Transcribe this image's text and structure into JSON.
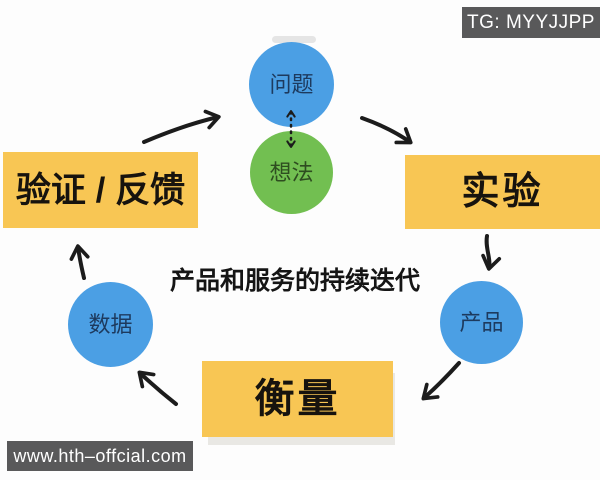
{
  "title": "产品和服务的持续迭代",
  "watermarks": {
    "telegram": "TG: MYYJJPP",
    "website": "www.hth–offcial.com"
  },
  "nodes": {
    "problem": {
      "label": "问题",
      "color": "#4b9fe4"
    },
    "idea": {
      "label": "想法",
      "color": "#72bf51"
    },
    "data": {
      "label": "数据",
      "color": "#4b9fe4"
    },
    "product": {
      "label": "产品",
      "color": "#4b9fe4"
    }
  },
  "stages": {
    "validate": {
      "label": "验证 / 反馈",
      "color": "#f8c654"
    },
    "experiment": {
      "label": "实验",
      "color": "#f8c654"
    },
    "measure": {
      "label": "衡量",
      "color": "#f8c654"
    }
  },
  "arrows": [
    {
      "from": "验证 / 反馈",
      "to": "问题",
      "style": "solid"
    },
    {
      "from": "问题/想法",
      "to": "实验",
      "style": "solid"
    },
    {
      "from": "实验",
      "to": "产品",
      "style": "solid"
    },
    {
      "from": "产品",
      "to": "衡量",
      "style": "solid"
    },
    {
      "from": "衡量",
      "to": "数据",
      "style": "solid"
    },
    {
      "from": "数据",
      "to": "验证 / 反馈",
      "style": "solid"
    },
    {
      "from": "问题",
      "to": "想法",
      "style": "dotted-bidirectional"
    }
  ],
  "colors": {
    "stage_yellow": "#f8c654",
    "node_blue": "#4b9fe4",
    "node_green": "#72bf51",
    "watermark_bg": "#59595a",
    "arrow": "#1c1c1c",
    "background": "#fdfdfd"
  }
}
